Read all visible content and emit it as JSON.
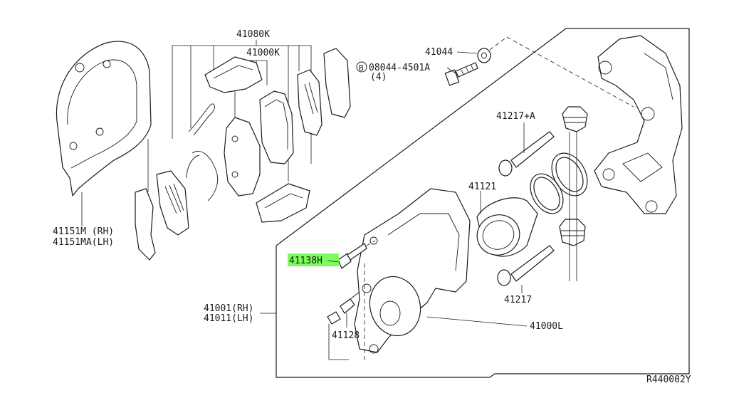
{
  "diagram": {
    "highlight_color": "#7CFC5A",
    "labels": {
      "p41080k": "41080K",
      "p41000k": "41000K",
      "p41044": "41044",
      "bolt_circle": "B",
      "bolt_code": "08044-4501A",
      "bolt_qty": "(4)",
      "p41217a": "41217+A",
      "p41121": "41121",
      "p41151_rh": "41151M (RH)",
      "p41151_lh": "41151MA(LH)",
      "p41138h": "41138H",
      "p41001_rh": "41001(RH)",
      "p41011_lh": "41011(LH)",
      "p41128": "41128",
      "p41217": "41217",
      "p41000l": "41000L",
      "ref_code": "R440002Y"
    }
  }
}
